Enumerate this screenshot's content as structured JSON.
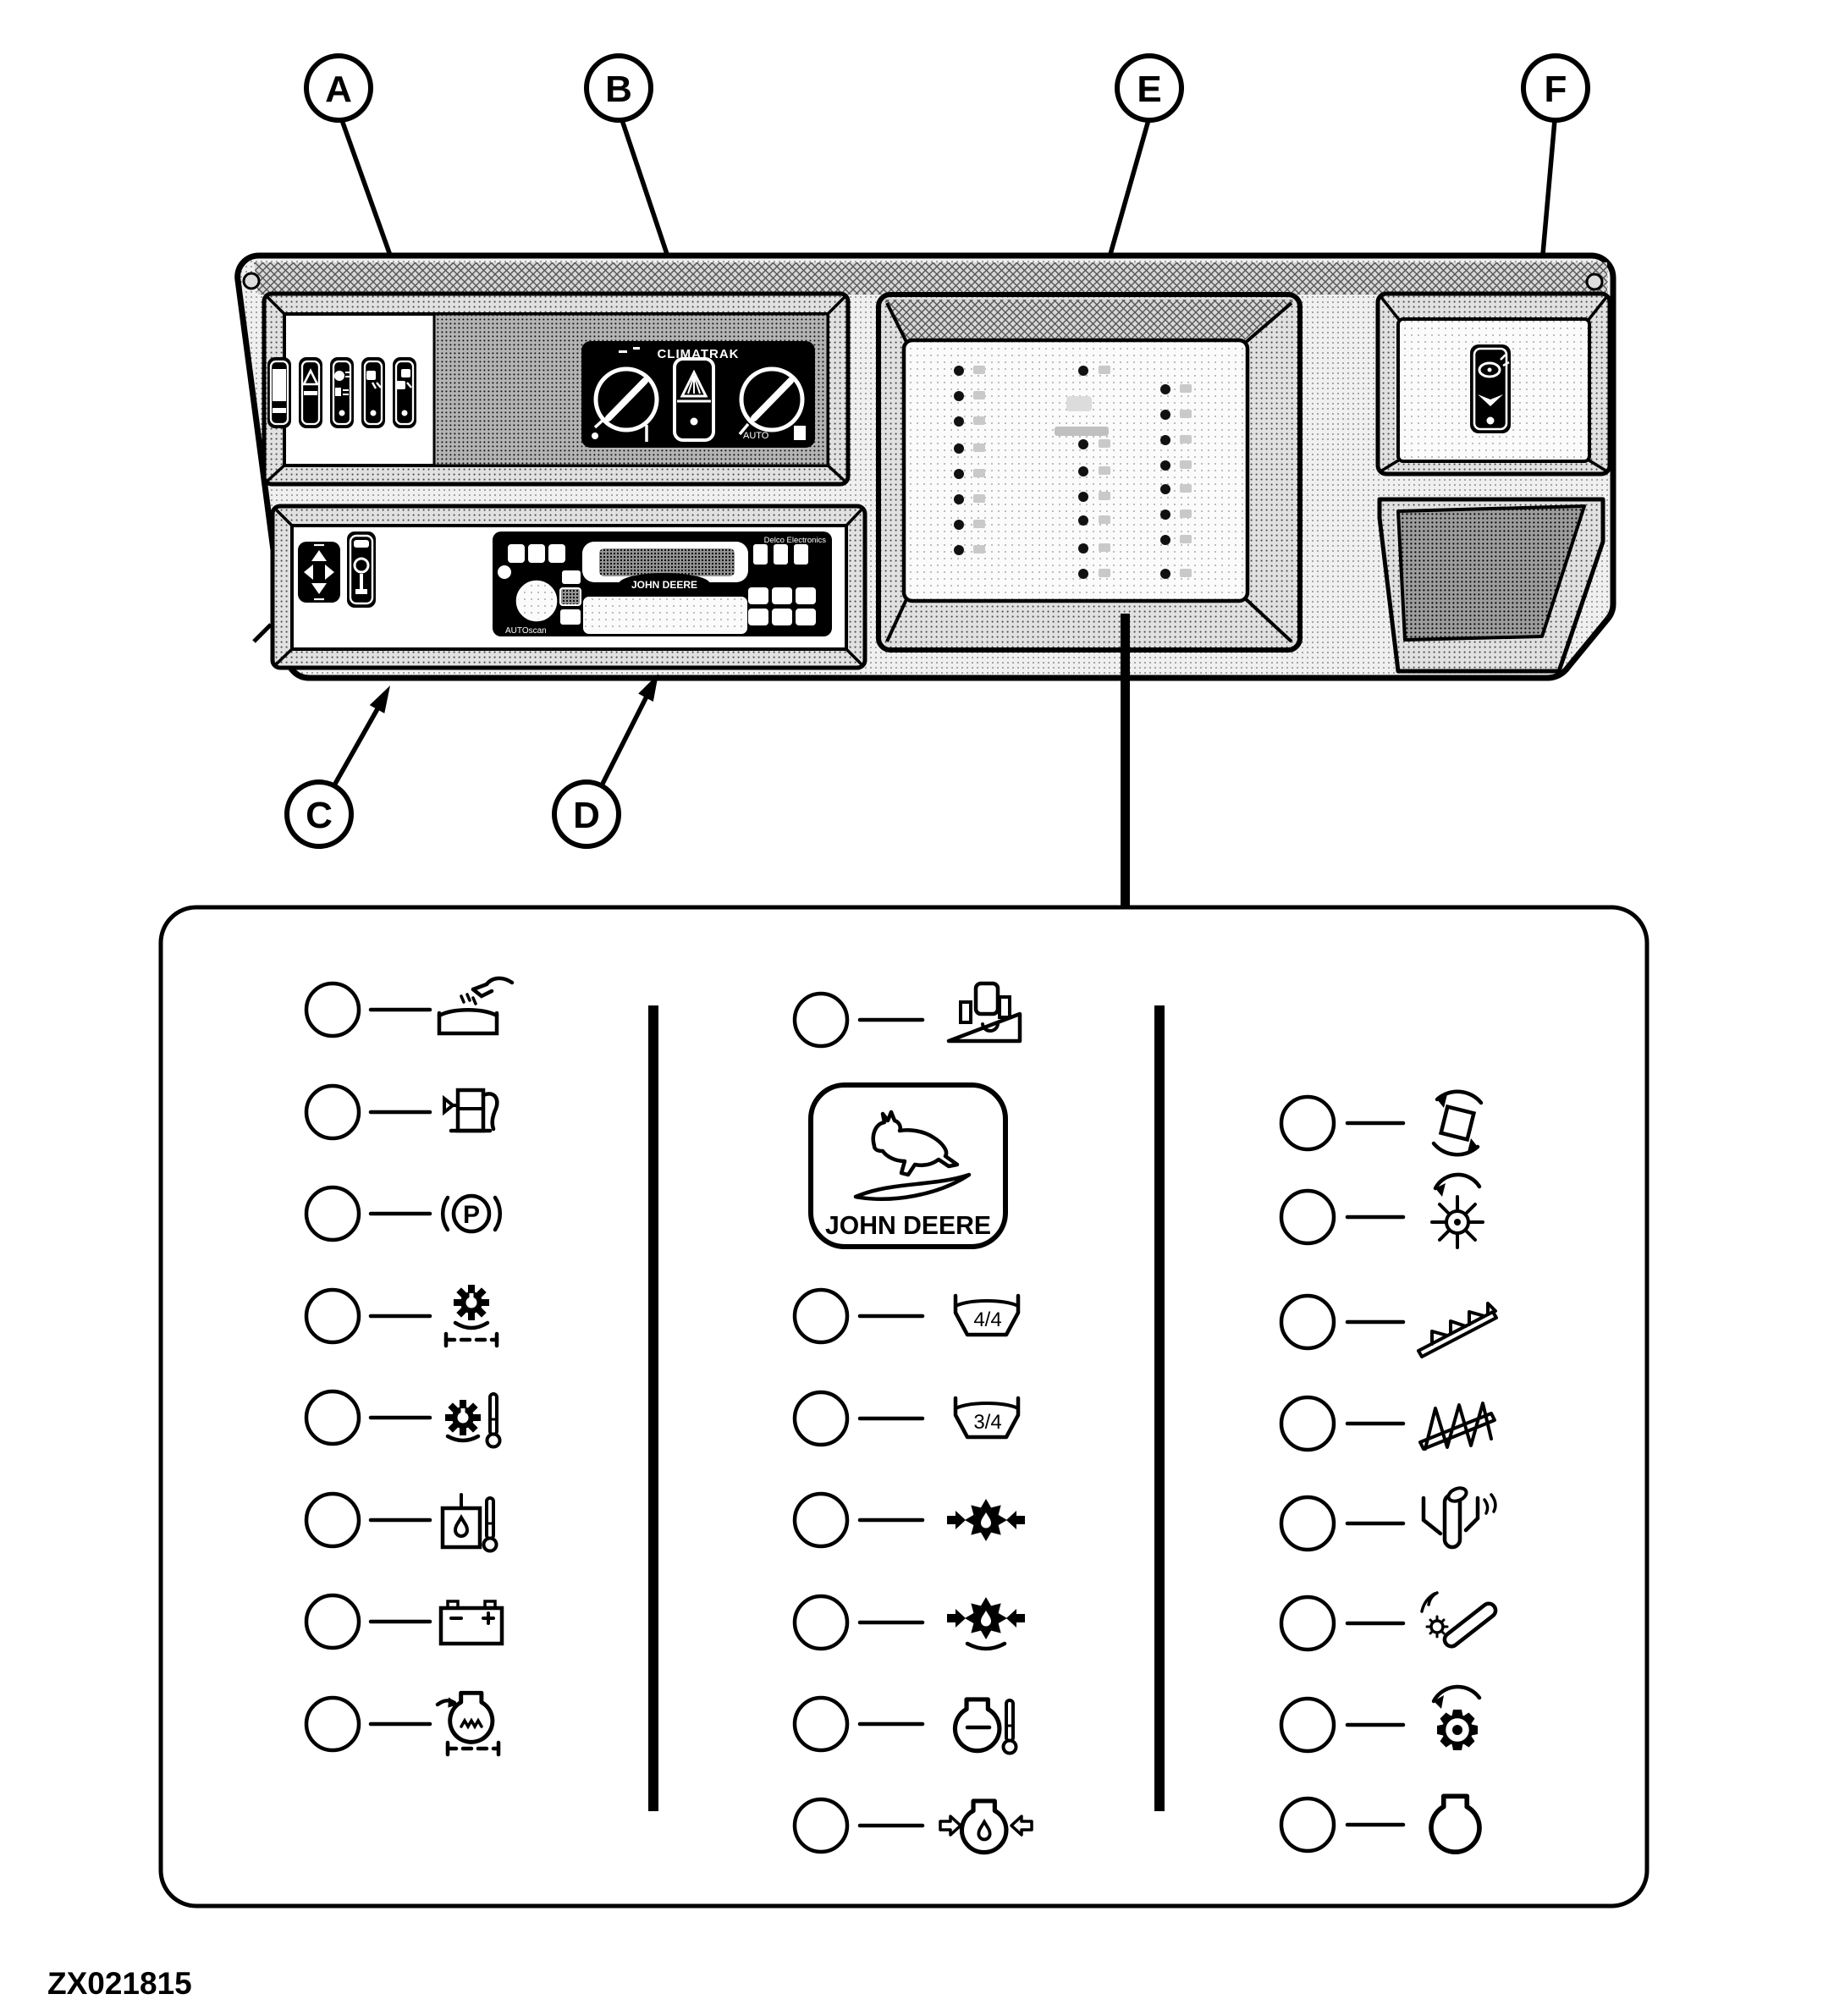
{
  "figure_id": "ZX021815",
  "callouts": {
    "a": "A",
    "b": "B",
    "c": "C",
    "d": "D",
    "e": "E",
    "f": "F"
  },
  "console": {
    "switch_panel": {
      "switches": [
        {
          "icon": "blank-rocker-switch"
        },
        {
          "icon": "hazard-warning-switch"
        },
        {
          "icon": "parking-light-switch"
        },
        {
          "icon": "rear-work-light-switch"
        },
        {
          "icon": "front-work-light-switch"
        }
      ]
    },
    "climate_panel": {
      "title": "CLIMATRAK",
      "auto_label": "AUTO",
      "controls": [
        {
          "icon": "temperature-knob"
        },
        {
          "icon": "fan-speed-rocker"
        },
        {
          "icon": "blower-mode-knob"
        }
      ]
    },
    "accessory_panel": {
      "controls": [
        {
          "icon": "four-way-adjust-pad"
        },
        {
          "icon": "accessory-rocker-switch"
        }
      ]
    },
    "radio": {
      "brand_top": "Delco Electronics",
      "center_badge": "JOHN DEERE",
      "model_label": "AUTOscan",
      "preset_button_count": 6
    },
    "indicator_panel": {
      "left_dot_count": 8,
      "middle_dot_count": 7,
      "right_dot_count": 8
    },
    "wiper_panel": {
      "icon": "wiper-washer-switch"
    }
  },
  "legend": {
    "left_column": {
      "items": [
        {
          "icon": "oil-fill-tray"
        },
        {
          "icon": "fuel-level"
        },
        {
          "icon": "parking-brake",
          "label": "P"
        },
        {
          "icon": "clutch-slip"
        },
        {
          "icon": "gearbox-temperature"
        },
        {
          "icon": "hydraulic-oil-temperature"
        },
        {
          "icon": "battery-charge"
        },
        {
          "icon": "engine-air-preheat"
        }
      ]
    },
    "middle_column": {
      "logo_text": "JOHN DEERE",
      "items": [
        {
          "icon": "baler-on-slope"
        },
        {
          "icon": "tank-level-full",
          "label": "4/4"
        },
        {
          "icon": "tank-level-three-quarter",
          "label": "3/4"
        },
        {
          "icon": "oil-filter-restriction"
        },
        {
          "icon": "transmission-filter-restriction"
        },
        {
          "icon": "engine-coolant-temperature"
        },
        {
          "icon": "engine-oil-pressure"
        }
      ]
    },
    "right_column": {
      "items": [
        {
          "icon": "bale-rotation"
        },
        {
          "icon": "spinner-rotation"
        },
        {
          "icon": "bale-ramp"
        },
        {
          "icon": "auger-knives"
        },
        {
          "icon": "twine-arm"
        },
        {
          "icon": "knife-sharpener"
        },
        {
          "icon": "rotor-drive"
        },
        {
          "icon": "engine"
        }
      ]
    }
  }
}
